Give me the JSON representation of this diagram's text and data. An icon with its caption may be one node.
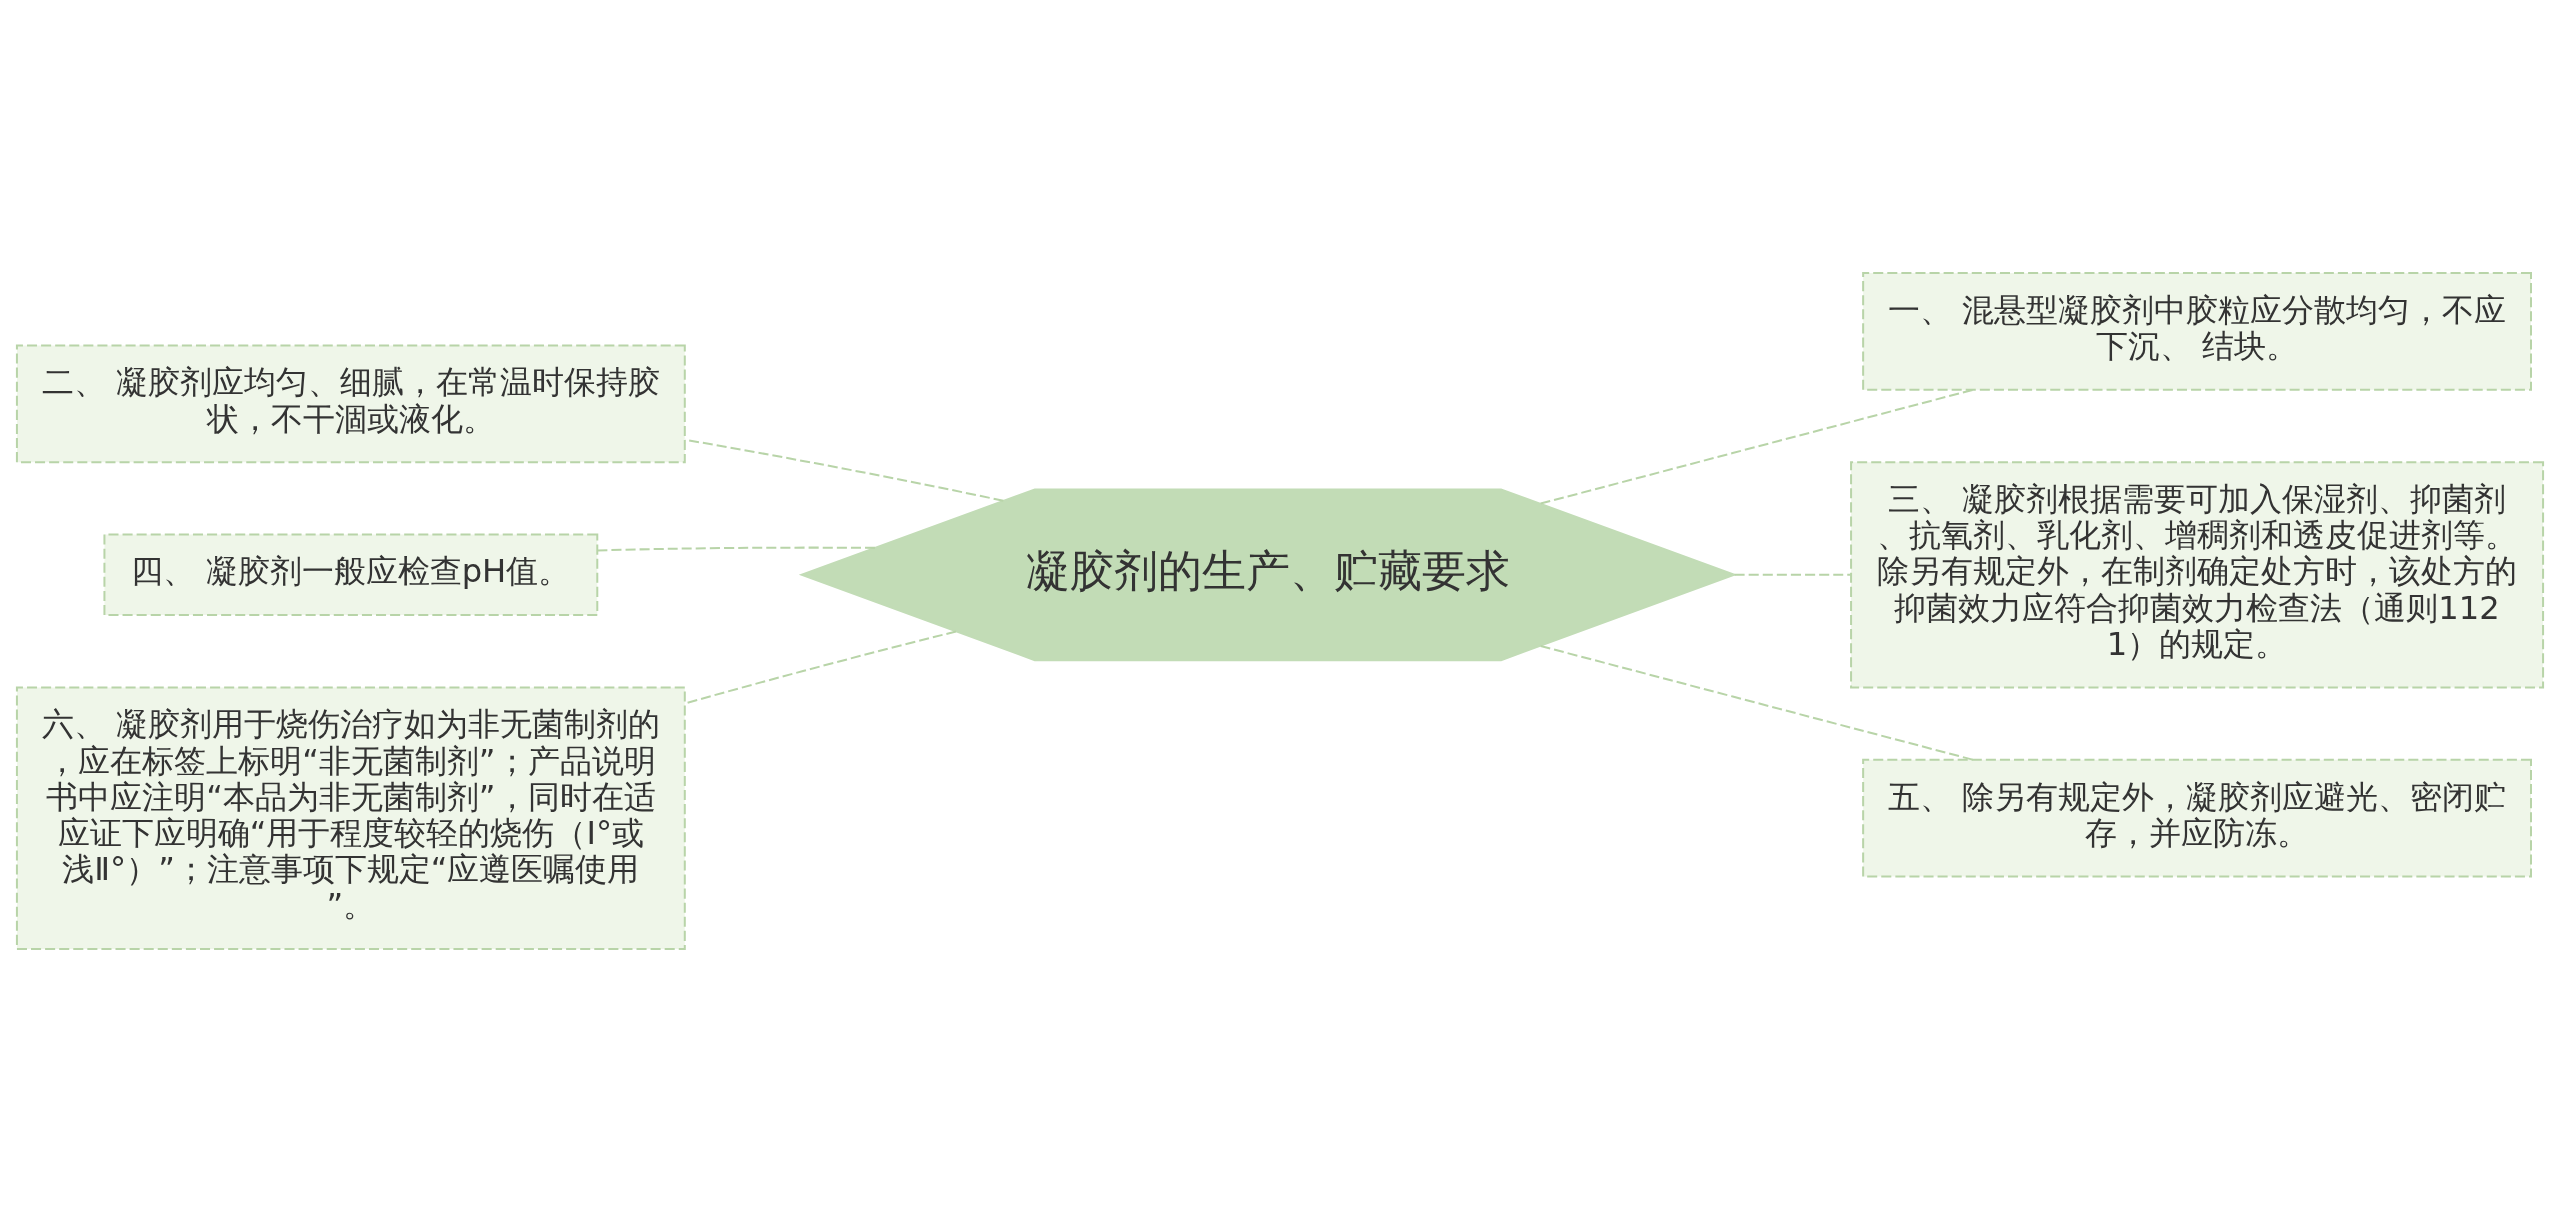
{
  "diagram": {
    "nodes": [
      {
        "text": [
          "凝胶剂的生产、贮藏要求"
        ]
      },
      {
        "text": [
          "一、 混悬型凝胶剂中胶粒应分散均匀，不应下沉、 结块。"
        ]
      },
      {
        "text": [
          "二、 凝胶剂应均匀、细腻，在常温时保持胶状，不干涸或液化。"
        ]
      },
      {
        "text": [
          "三、 凝胶剂根据需要可加入保湿剂、抑菌剂、抗氧剂、乳化剂、增稠剂和透皮促进剂等。除另有规定外，在制剂确定处方时，该处方的抑菌效力应符合抑菌效力检查法（通则1121）的规定。"
        ]
      },
      {
        "text": [
          "四、 凝胶剂一般应检查pH值。"
        ]
      },
      {
        "text": [
          "五、 除另有规定外，凝胶剂应避光、密闭贮存，并应防冻。"
        ]
      },
      {
        "text": [
          "六、 凝胶剂用于烧伤治疗如为非无菌制剂的，应在标签上标明“非无菌制剂”；产品说明书中应注明“本品为非无菌制剂”，同时在适应证下应明确“用于程度较轻的烧伤（Ⅰ°或浅Ⅱ°）”；注意事项下规定“应遵医嘱使用”。"
        ]
      }
    ],
    "edges": [
      {
        "from": 0,
        "to": 1,
        "arrow": "none",
        "style": "dashed"
      },
      {
        "from": 0,
        "to": 2,
        "arrow": "none",
        "style": "dashed"
      },
      {
        "from": 0,
        "to": 3,
        "arrow": "none",
        "style": "dashed"
      },
      {
        "from": 0,
        "to": 4,
        "arrow": "none",
        "style": "dashed"
      },
      {
        "from": 0,
        "to": 5,
        "arrow": "none",
        "style": "dashed"
      },
      {
        "from": 0,
        "to": 6,
        "arrow": "none",
        "style": "dashed"
      }
    ]
  }
}
